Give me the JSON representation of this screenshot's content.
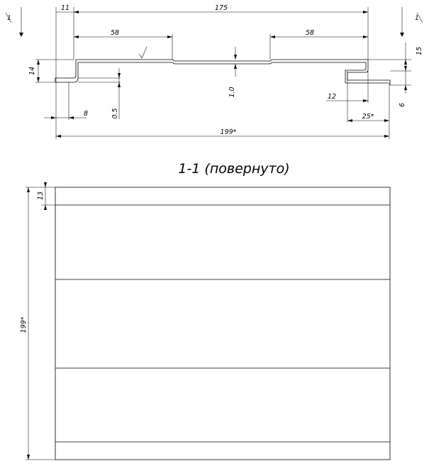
{
  "section_view": {
    "section_marker": "1",
    "dimensions": {
      "overall_width_top": "175",
      "left_offset": "11",
      "left_segment": "58",
      "right_segment": "58",
      "left_step_height": "14",
      "groove_depth": "1.0",
      "right_step_height": "15",
      "left_hook": "8",
      "thickness": "0.5",
      "right_hook": "12",
      "right_hook_depth": "6",
      "right_tail": "25*",
      "overall_width_bottom": "199*"
    }
  },
  "caption": "1-1 (повернуто)",
  "plan_view": {
    "height_label": "199*",
    "band_label": "13"
  }
}
